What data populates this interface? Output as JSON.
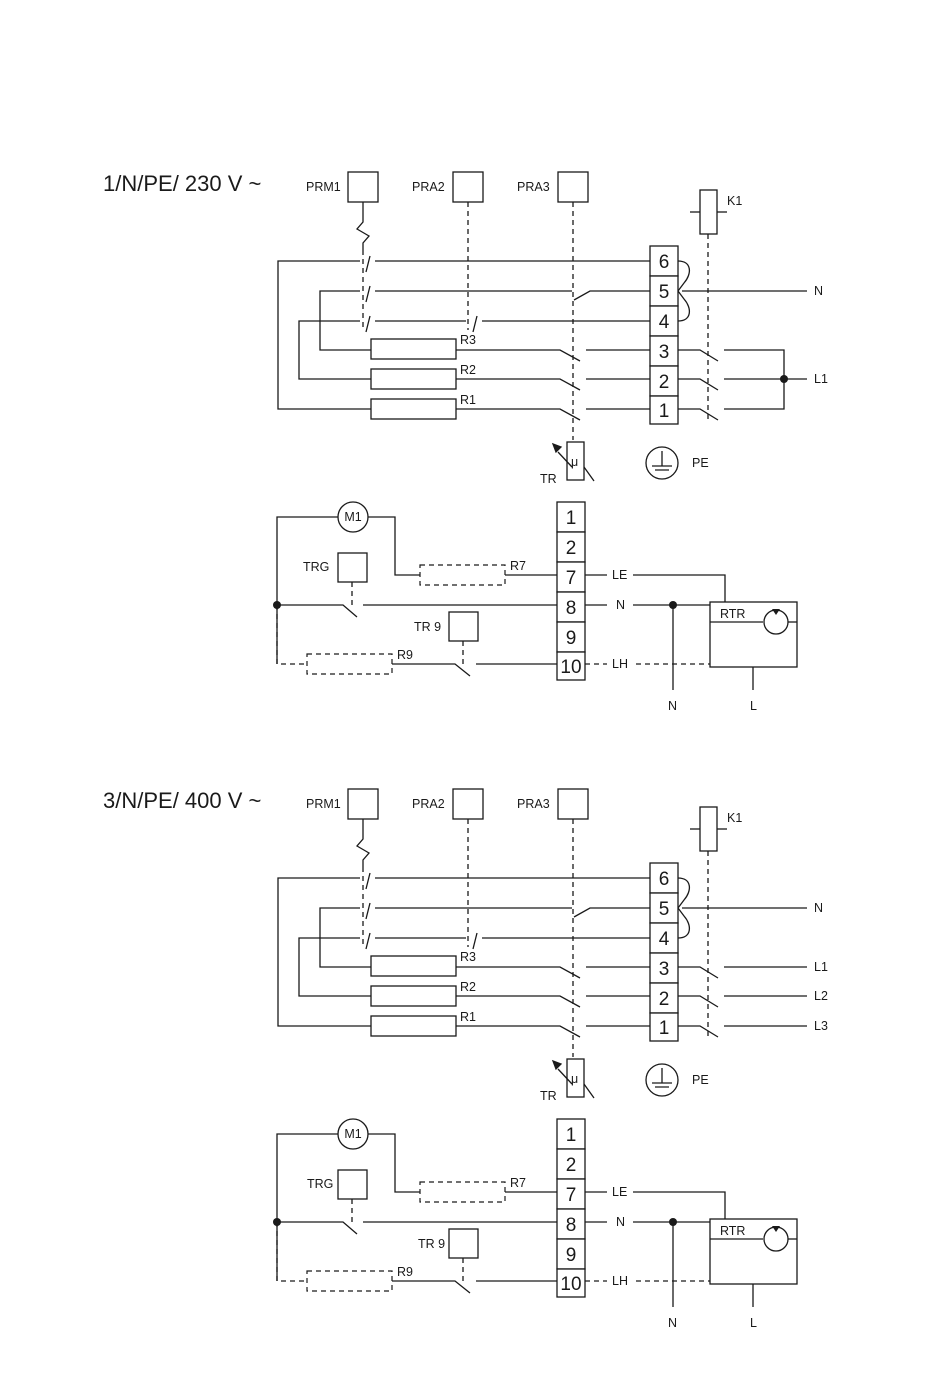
{
  "diagram": {
    "sections": [
      {
        "title": "1/N/PE/ 230 V ~",
        "heating": {
          "pressure_switches": [
            "PRM1",
            "PRA2",
            "PRA3"
          ],
          "contactor": "K1",
          "terminals": [
            "6",
            "5",
            "4",
            "3",
            "2",
            "1"
          ],
          "resistors": [
            "R3",
            "R2",
            "R1"
          ],
          "supply_labels": [
            "N",
            "L1"
          ],
          "thermostat": "TR",
          "mu_symbol": "μ",
          "earth_label": "PE"
        },
        "control": {
          "motor": "M1",
          "trg_label": "TRG",
          "tr9_label": "TR 9",
          "resistors": [
            "R7",
            "R9"
          ],
          "terminals": [
            "1",
            "2",
            "3",
            "4",
            "5",
            "6",
            "7",
            "8",
            "9",
            "10"
          ],
          "wire_labels": [
            "LE",
            "N",
            "LH"
          ],
          "rtr_label": "RTR",
          "bottom_labels": [
            "N",
            "L"
          ]
        }
      },
      {
        "title": "3/N/PE/ 400 V ~",
        "heating": {
          "pressure_switches": [
            "PRM1",
            "PRA2",
            "PRA3"
          ],
          "contactor": "K1",
          "terminals": [
            "6",
            "5",
            "4",
            "3",
            "2",
            "1"
          ],
          "resistors": [
            "R3",
            "R2",
            "R1"
          ],
          "supply_labels": [
            "N",
            "L1",
            "L2",
            "L3"
          ],
          "thermostat": "TR",
          "mu_symbol": "μ",
          "earth_label": "PE"
        },
        "control": {
          "motor": "M1",
          "trg_label": "TRG",
          "tr9_label": "TR 9",
          "resistors": [
            "R7",
            "R9"
          ],
          "terminals": [
            "1",
            "2",
            "3",
            "4",
            "5",
            "6",
            "7",
            "8",
            "9",
            "10"
          ],
          "wire_labels": [
            "LE",
            "N",
            "LH"
          ],
          "rtr_label": "RTR",
          "bottom_labels": [
            "N",
            "L"
          ]
        }
      }
    ]
  }
}
